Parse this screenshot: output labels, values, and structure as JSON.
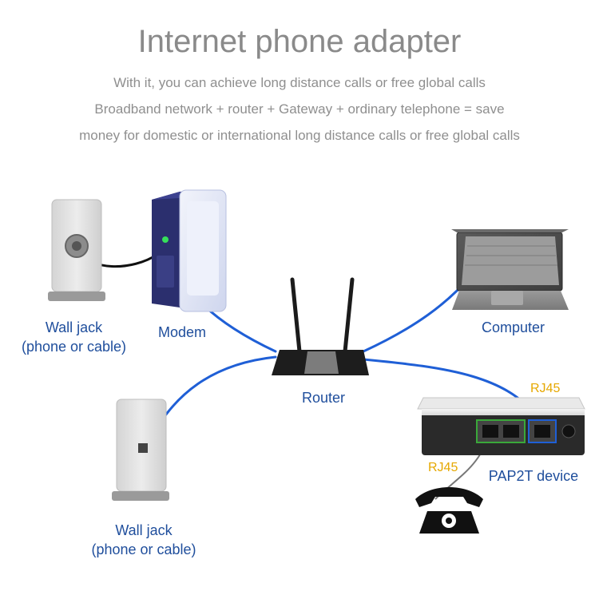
{
  "header": {
    "title": "Internet phone adapter",
    "line1": "With it, you can achieve long distance calls or free global calls",
    "line2": "Broadband network + router + Gateway + ordinary telephone = save",
    "line3": "money for domestic or international long distance calls or free global calls"
  },
  "labels": {
    "wall_jack_top_1": "Wall jack",
    "wall_jack_top_2": "(phone or cable)",
    "modem": "Modem",
    "computer": "Computer",
    "router": "Router",
    "rj45_top": "RJ45",
    "rj45_bottom": "RJ45",
    "pap2t": "PAP2T device",
    "wall_jack_bottom_1": "Wall jack",
    "wall_jack_bottom_2": "(phone or cable)"
  },
  "colors": {
    "cable": "#1f5fd6",
    "label_text": "#1f4e9c",
    "port_highlight_yellow": "#e6a800",
    "port_highlight_green": "#3aa83a"
  },
  "icons": [
    "wall-jack-icon",
    "modem-icon",
    "router-icon",
    "laptop-icon",
    "pap2t-device-icon",
    "telephone-icon"
  ]
}
